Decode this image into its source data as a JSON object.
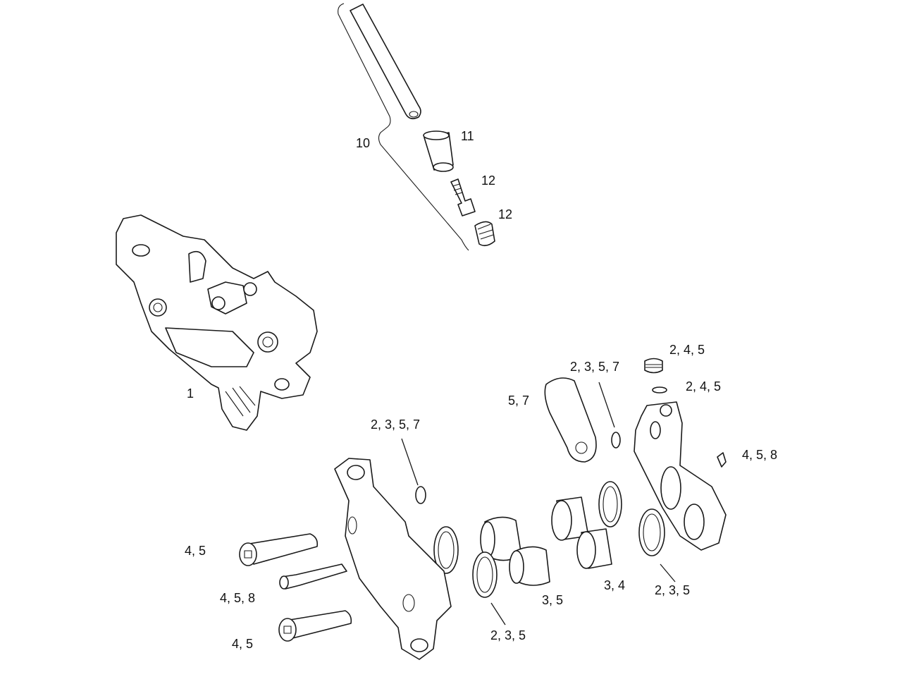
{
  "diagram": {
    "title": "Brake caliper exploded parts view",
    "callouts": {
      "hose_kit": "10",
      "compression_insert": "11",
      "barb": "12",
      "olive": "12",
      "caliper_assembly": "1",
      "bleed_screw": "2, 4, 5",
      "bleed_oring": "2, 4, 5",
      "bridge_oring": "2, 3, 5, 7",
      "banjo": "5, 7",
      "inner_oring": "2, 3, 5, 7",
      "pad_clip": "4, 5, 8",
      "bolt_top": "4, 5",
      "pad_pin": "4, 5, 8",
      "pistons_right": "3, 4",
      "seal_right": "2, 3, 5",
      "pistons_left": "3, 5",
      "seal_left": "2, 3, 5",
      "bolt_bottom": "4, 5"
    }
  }
}
